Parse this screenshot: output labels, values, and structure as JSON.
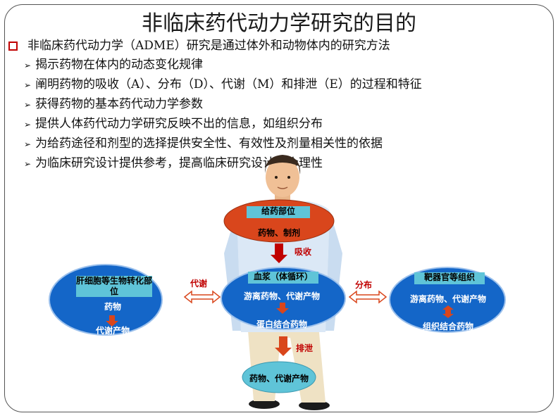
{
  "title": "非临床药代动力学研究的目的",
  "bullets": {
    "main": "非临床药代动力学（ADME）研究是通过体外和动物体内的研究方法",
    "subs": [
      "揭示药物在体内的动态变化规律",
      "阐明药物的吸收（A）、分布（D）、代谢（M）和排泄（E）的过程和特征",
      "获得药物的基本药代动力学参数",
      "提供人体药代动力学研究反映不出的信息，如组织分布",
      "为给药途径和剂型的选择提供安全性、有效性及剂量相关性的依据",
      "为临床研究设计提供参考，提高临床研究设计的合理性"
    ]
  },
  "diagram": {
    "dosing": {
      "title": "给药部位",
      "content": "药物、制剂"
    },
    "absorption": "吸收",
    "plasma": {
      "title": "血浆（体循环）",
      "line1": "游离药物、代谢产物",
      "line2": "蛋白结合药物"
    },
    "liver": {
      "title": "肝细胞等生物转化部位",
      "line1": "药物",
      "line2": "代谢产物"
    },
    "target": {
      "title": "靶器官等组织",
      "line1": "游离药物、代谢产物",
      "line2": "组织结合药物"
    },
    "metabolism": "代谢",
    "distribution": "分布",
    "excretion": "排泄",
    "excreted": "药物、代谢产物"
  },
  "colors": {
    "blue": "#1466c8",
    "red": "#d9461c",
    "cyan": "#5fc4d8",
    "arrow_red": "#c00000"
  }
}
